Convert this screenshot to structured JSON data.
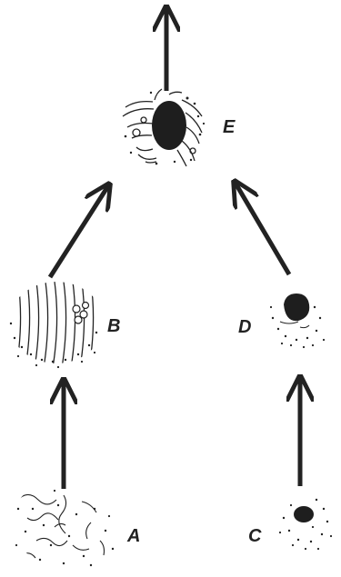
{
  "diagram": {
    "nodes": [
      {
        "id": "A",
        "label": "A"
      },
      {
        "id": "B",
        "label": "B"
      },
      {
        "id": "C",
        "label": "C"
      },
      {
        "id": "D",
        "label": "D"
      },
      {
        "id": "E",
        "label": "E"
      }
    ],
    "edges": [
      {
        "from": "A",
        "to": "B"
      },
      {
        "from": "C",
        "to": "D"
      },
      {
        "from": "B",
        "to": "E"
      },
      {
        "from": "D",
        "to": "E"
      },
      {
        "from": "E",
        "to": "output"
      }
    ],
    "ink_color": "#222222"
  }
}
